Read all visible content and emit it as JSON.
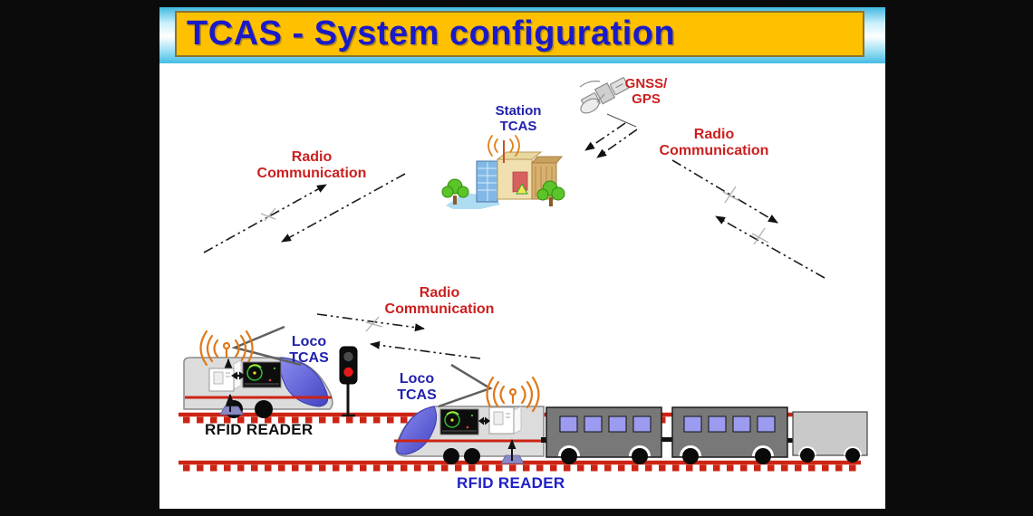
{
  "slide": {
    "title": "TCAS - System configuration",
    "labels": {
      "gnss": "GNSS/\nGPS",
      "station": "Station\nTCAS",
      "radio_left": "Radio\nCommunication",
      "radio_mid": "Radio\nCommunication",
      "radio_right": "Radio\nCommunication",
      "loco1": "Loco\nTCAS",
      "loco2": "Loco\nTCAS",
      "rfid_reader_left": "RFID READER",
      "rfid_reader_bottom": "RFID READER"
    },
    "colors": {
      "title_text": "#1a1ac8",
      "title_box_fill": "#ffc000",
      "title_box_border": "#8a7430",
      "red_label": "#cc1f1f",
      "blue_label": "#1f1fae",
      "black_label": "#111111",
      "track_red": "#cc2414",
      "wifi_orange": "#e07818",
      "nose_blue": "#5a5ad8",
      "strip_blue": "#45bce4"
    }
  }
}
